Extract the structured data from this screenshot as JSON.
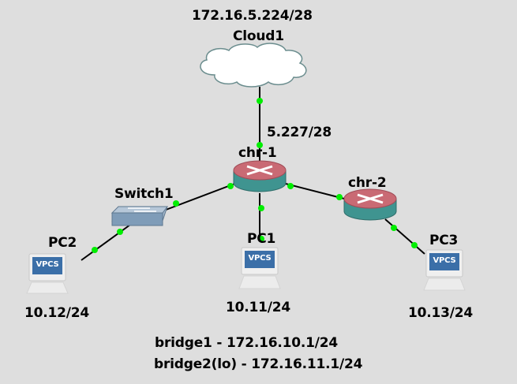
{
  "cloud": {
    "name": "Cloud1",
    "subnet": "172.16.5.224/28"
  },
  "routers": [
    {
      "name": "chr-1",
      "uplink_address": "5.227/28"
    },
    {
      "name": "chr-2"
    }
  ],
  "switch": {
    "name": "Switch1"
  },
  "pcs": [
    {
      "name": "PC1",
      "address": "10.11/24",
      "screen_label": "VPCS"
    },
    {
      "name": "PC2",
      "address": "10.12/24",
      "screen_label": "VPCS"
    },
    {
      "name": "PC3",
      "address": "10.13/24",
      "screen_label": "VPCS"
    }
  ],
  "notes": [
    "bridge1 - 172.16.10.1/24",
    "bridge2(lo) - 172.16.11.1/24"
  ],
  "colors": {
    "background": "#dedede",
    "link_status": "#00ee00",
    "router_top": "#c96a74",
    "router_side": "#3f9490",
    "switch_body": "#7f9cb8",
    "vpcs_screen": "#3b6fa8"
  }
}
